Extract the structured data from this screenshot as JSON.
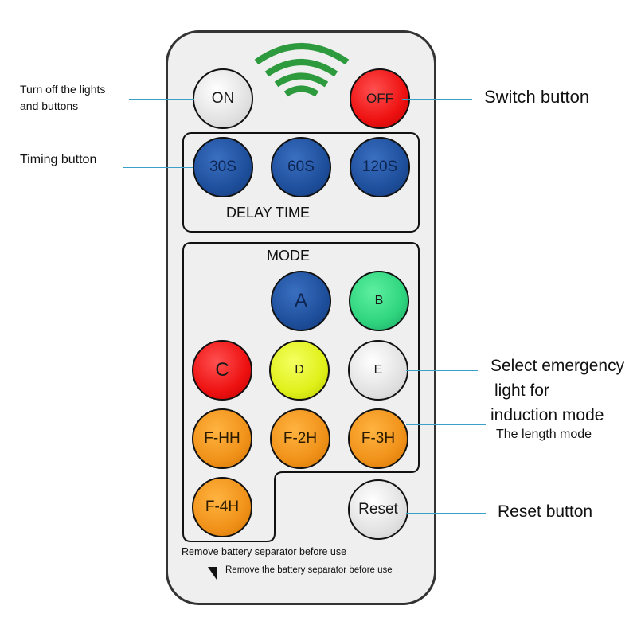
{
  "annotations": {
    "turn_off_line1": "Turn off the lights",
    "turn_off_line2": "and buttons",
    "switch": "Switch button",
    "timing": "Timing button",
    "emergency_line1": "Select emergency",
    "emergency_line2": "light for",
    "emergency_line3": "induction mode",
    "length": "The length mode",
    "reset": "Reset button"
  },
  "remote": {
    "signal_icon": "wifi-signal-icon",
    "buttons": {
      "on": "ON",
      "off": "OFF",
      "t30": "30S",
      "t60": "60S",
      "t120": "120S",
      "a": "A",
      "b": "B",
      "c": "C",
      "d": "D",
      "e": "E",
      "fhh": "F-HH",
      "f2h": "F-2H",
      "f3h": "F-3H",
      "f4h": "F-4H",
      "reset": "Reset"
    },
    "delay_label": "DELAY TIME",
    "mode_label": "MODE",
    "note1": "Remove battery separator before use",
    "note2": "Remove the battery separator before use"
  },
  "colors": {
    "signal": "#2e9a3e",
    "leader_line": "#3aa0c8"
  }
}
